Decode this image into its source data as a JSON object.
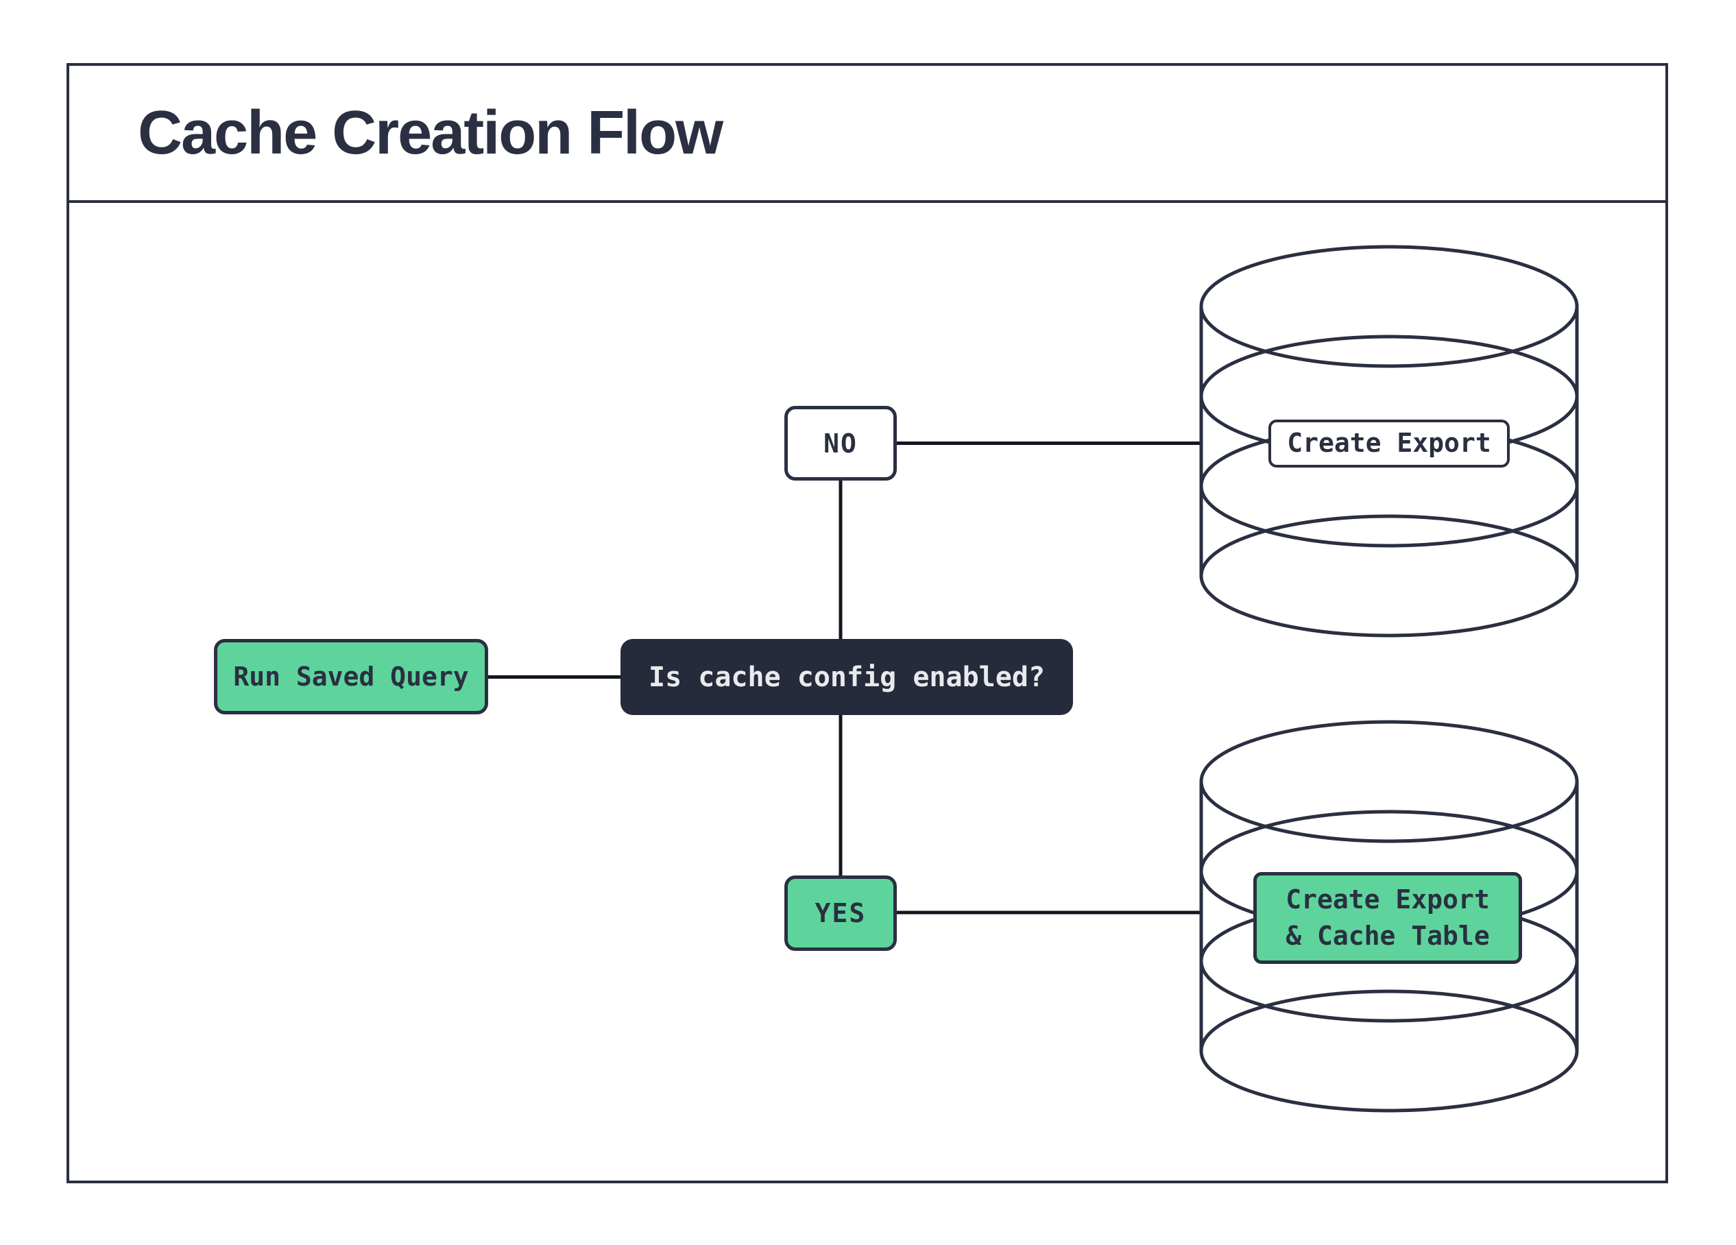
{
  "title": "Cache Creation Flow",
  "colors": {
    "ink": "#2A2F41",
    "panel_dark": "#262B3B",
    "green": "#5ED49C",
    "light_text": "#E9EAEC",
    "line": "#14171F",
    "background": "#FFFFFF"
  },
  "flow": {
    "start": {
      "label": "Run Saved Query"
    },
    "decision": {
      "label": "Is cache config enabled?"
    },
    "no_branch": {
      "label": "NO",
      "outcome": {
        "label": "Create Export",
        "shape": "database"
      }
    },
    "yes_branch": {
      "label": "YES",
      "outcome": {
        "label_line1": "Create Export",
        "label_line2": "& Cache Table",
        "shape": "database"
      }
    }
  }
}
